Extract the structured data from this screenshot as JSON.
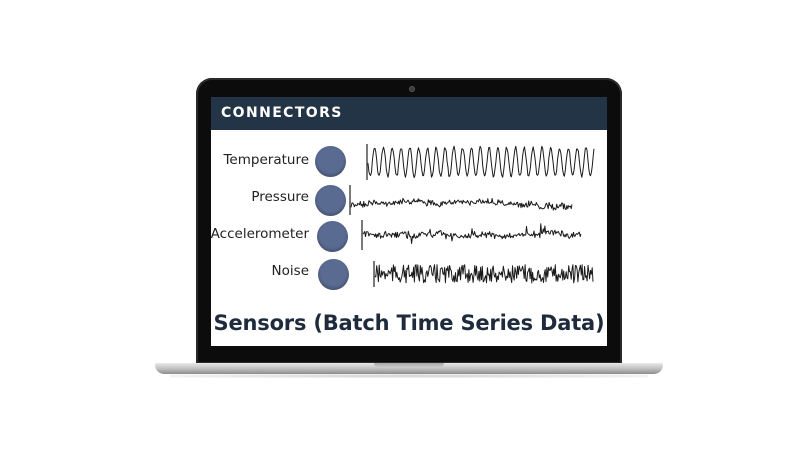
{
  "header": {
    "title": "CONNECTORS"
  },
  "sensors": [
    {
      "label": "Temperature",
      "wave_style": "periodic"
    },
    {
      "label": "Pressure",
      "wave_style": "drift"
    },
    {
      "label": "Accelerometer",
      "wave_style": "bursty"
    },
    {
      "label": "Noise",
      "wave_style": "noise"
    }
  ],
  "footer": {
    "title": "Sensors (Batch Time Series Data)"
  },
  "colors": {
    "header_bg": "#243447",
    "dot": "#5a6b92",
    "footer_text": "#1f2b3d",
    "bezel": "#0c0c0c"
  }
}
